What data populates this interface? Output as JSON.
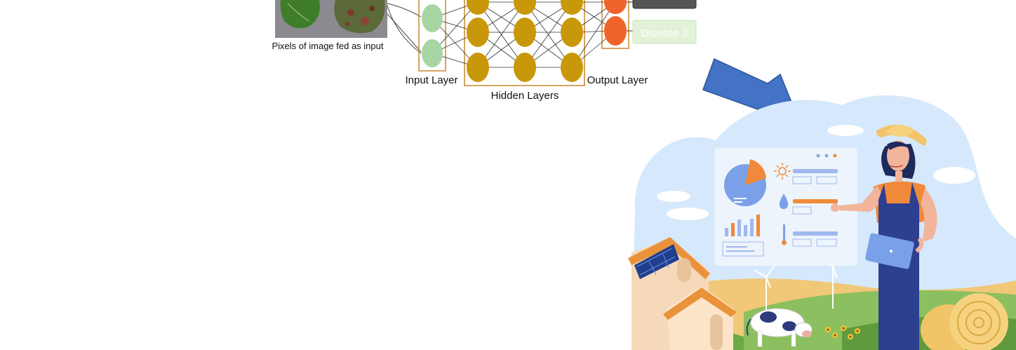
{
  "diagram": {
    "input_caption": "Pixels of image fed as input",
    "input_layer_label": "Input Layer",
    "hidden_layers_label": "Hidden Layers",
    "output_layer_label": "Output Layer",
    "output_boxes": [
      {
        "label": ""
      },
      {
        "label": "Disease 3"
      }
    ]
  },
  "colors": {
    "input_node": "#a8d5a4",
    "hidden_node": "#c9980a",
    "output_node": "#f0632a",
    "layer_frame": "#c8852c",
    "connection": "#333333",
    "arrow": "#4472c4",
    "output_box_dark": "#555555",
    "output_box_light": "#e2f2d8"
  },
  "icons": [
    "leaf-image",
    "neural-network",
    "right-arrow-icon",
    "farmer-illustration",
    "dashboard-pie-chart-icon",
    "sun-icon",
    "water-drop-icon",
    "thermometer-icon",
    "bar-chart-icon",
    "solar-panel-icon",
    "wind-turbine-icon",
    "cow-icon",
    "hay-bale-icon",
    "tablet-icon"
  ]
}
